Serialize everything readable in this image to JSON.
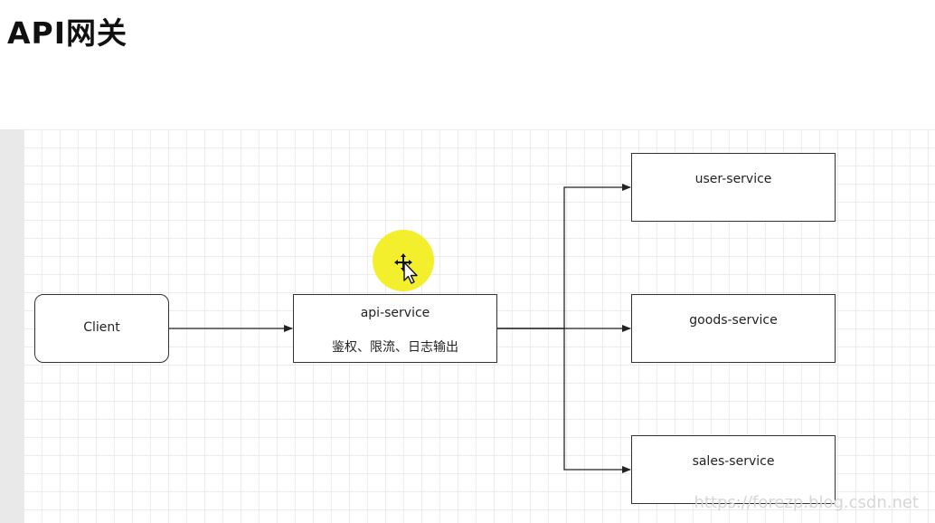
{
  "title": "API网关",
  "diagram": {
    "client": {
      "label": "Client"
    },
    "gateway": {
      "label": "api-service",
      "subtitle": "鉴权、限流、日志输出"
    },
    "services": [
      {
        "label": "user-service"
      },
      {
        "label": "goods-service"
      },
      {
        "label": "sales-service"
      }
    ]
  },
  "watermark": "https://forezp.blog.csdn.net",
  "icons": {
    "cursor": "move-cursor-icon"
  },
  "colors": {
    "highlight": "#f2ee1a",
    "stroke": "#333333",
    "grid": "#ececec"
  }
}
